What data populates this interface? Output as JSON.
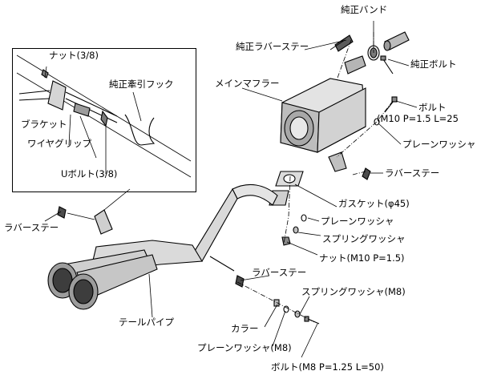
{
  "labels": {
    "genuine_band": "純正バンド",
    "genuine_rubber_stay_top": "純正ラバーステー",
    "genuine_bolt": "純正ボルト",
    "main_muffler": "メインマフラー",
    "bolt_upper": "ボルト",
    "bolt_upper_spec": "(M10 P=1.5 L=25",
    "plain_washer_upper": "プレーンワッシャ",
    "rubber_stay_right": "ラバーステー",
    "gasket": "ガスケット(φ45)",
    "plain_washer_mid": "プレーンワッシャ",
    "spring_washer_mid": "スプリングワッシャ",
    "nut_mid": "ナット(M10 P=1.5)",
    "rubber_stay_lower": "ラバーステー",
    "spring_washer_m8": "スプリングワッシャ(M8)",
    "collar": "カラー",
    "plain_washer_m8": "プレーンワッシャ(M8)",
    "bolt_lower": "ボルト(M8 P=1.25 L=50)",
    "tail_pipe": "テールパイプ",
    "rubber_stay_left": "ラバーステー"
  },
  "inset": {
    "nut": "ナット(3/8)",
    "genuine_tow_hook": "純正牽引フック",
    "bracket": "ブラケット",
    "wire_grip": "ワイヤグリップ",
    "u_bolt": "Uボルト(3/8)"
  }
}
